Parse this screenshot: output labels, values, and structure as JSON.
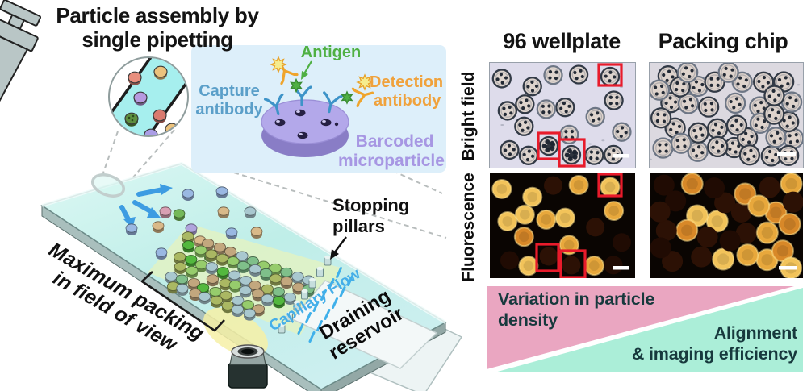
{
  "figure": {
    "left": {
      "title_lines": [
        "Particle assembly by",
        "single pipetting"
      ],
      "inset": {
        "antigen_label": "Antigen",
        "capture_lines": [
          "Capture",
          "antibody"
        ],
        "detection_lines": [
          "Detection",
          "antibody"
        ],
        "barcode_lines": [
          "Barcoded",
          "microparticle"
        ],
        "colors": {
          "antigen": "#4fb043",
          "capture": "#5b9fc9",
          "detection": "#f0a23c",
          "barcode": "#a797e3",
          "box_bg": "#ddeffa",
          "disk": "#b3a8ea"
        }
      },
      "chip": {
        "stopping_lines": [
          "Stopping",
          "pillars"
        ],
        "capillary_flow": "Capillary Flow",
        "draining_lines": [
          "Draining",
          "reservoir"
        ],
        "max_packing_lines": [
          "Maximum packing",
          "in field of view"
        ],
        "colors": {
          "surface": "#cdf1ec",
          "flow_text": "#45aee8",
          "arrow": "#3d9ce2",
          "packed_tint": "#e4f3c0"
        }
      }
    },
    "right": {
      "column_headers": [
        "96 wellplate",
        "Packing chip"
      ],
      "row_labels": [
        "Bright field",
        "Fluorescence"
      ],
      "banner": {
        "pink_lines": [
          "Variation in particle",
          "density"
        ],
        "mint_lines": [
          "Alignment",
          "& imaging efficiency"
        ],
        "pink_color": "#eaa6c1",
        "mint_color": "#abeed8",
        "text_color": "#17393d"
      },
      "annotation_color": "#e81b2b",
      "scalebar_color": "#ffffff"
    },
    "palettes": {
      "packed_particles": [
        "#53b83e",
        "#96cc6c",
        "#c2a77e",
        "#a9c8cf",
        "#aab863",
        "#7fbf8a"
      ],
      "scattered_particles": [
        "#9ab8e2",
        "#d9b989",
        "#74b859",
        "#d9a0b4",
        "#b0a4dd",
        "#a9c8cf"
      ],
      "inset_particles": [
        "#e88f7e",
        "#ecc27c",
        "#b79ae0",
        "#5d8f3f",
        "#da7a6f",
        "#ab9ee6"
      ],
      "fluorescence": [
        "#f2c35a",
        "#e8a83c",
        "#d88828",
        "#b86812",
        "#9a5410"
      ],
      "brightfield": {
        "wellplate_bg": "#dedceb",
        "chip_bg": "#dcd9e0",
        "ring": "#323a46",
        "fill": "#ddd3ca",
        "dot": "#232a35"
      }
    }
  }
}
